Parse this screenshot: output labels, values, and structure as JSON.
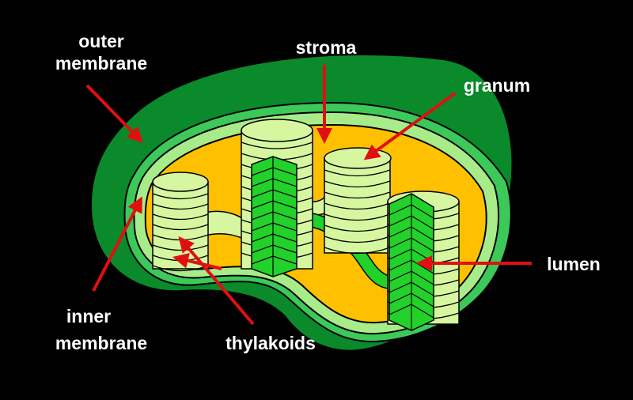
{
  "labels": {
    "outer_membrane_line1": "outer",
    "outer_membrane_line2": "membrane",
    "stroma": "stroma",
    "granum": "granum",
    "lumen": "lumen",
    "inner_membrane_line1": "inner",
    "inner_membrane_line2": "membrane",
    "thylakoids": "thylakoids"
  },
  "colors": {
    "background": "#000000",
    "outer_membrane": "#0a8a2a",
    "intermembrane": "#3dc85a",
    "inner_membrane": "#a8ec8a",
    "stroma": "#ffc000",
    "thylakoid_disc": "#d6f7a0",
    "thylakoid_cut": "#22d12a",
    "arrow": "#e01010",
    "label_text": "#ffffff"
  }
}
